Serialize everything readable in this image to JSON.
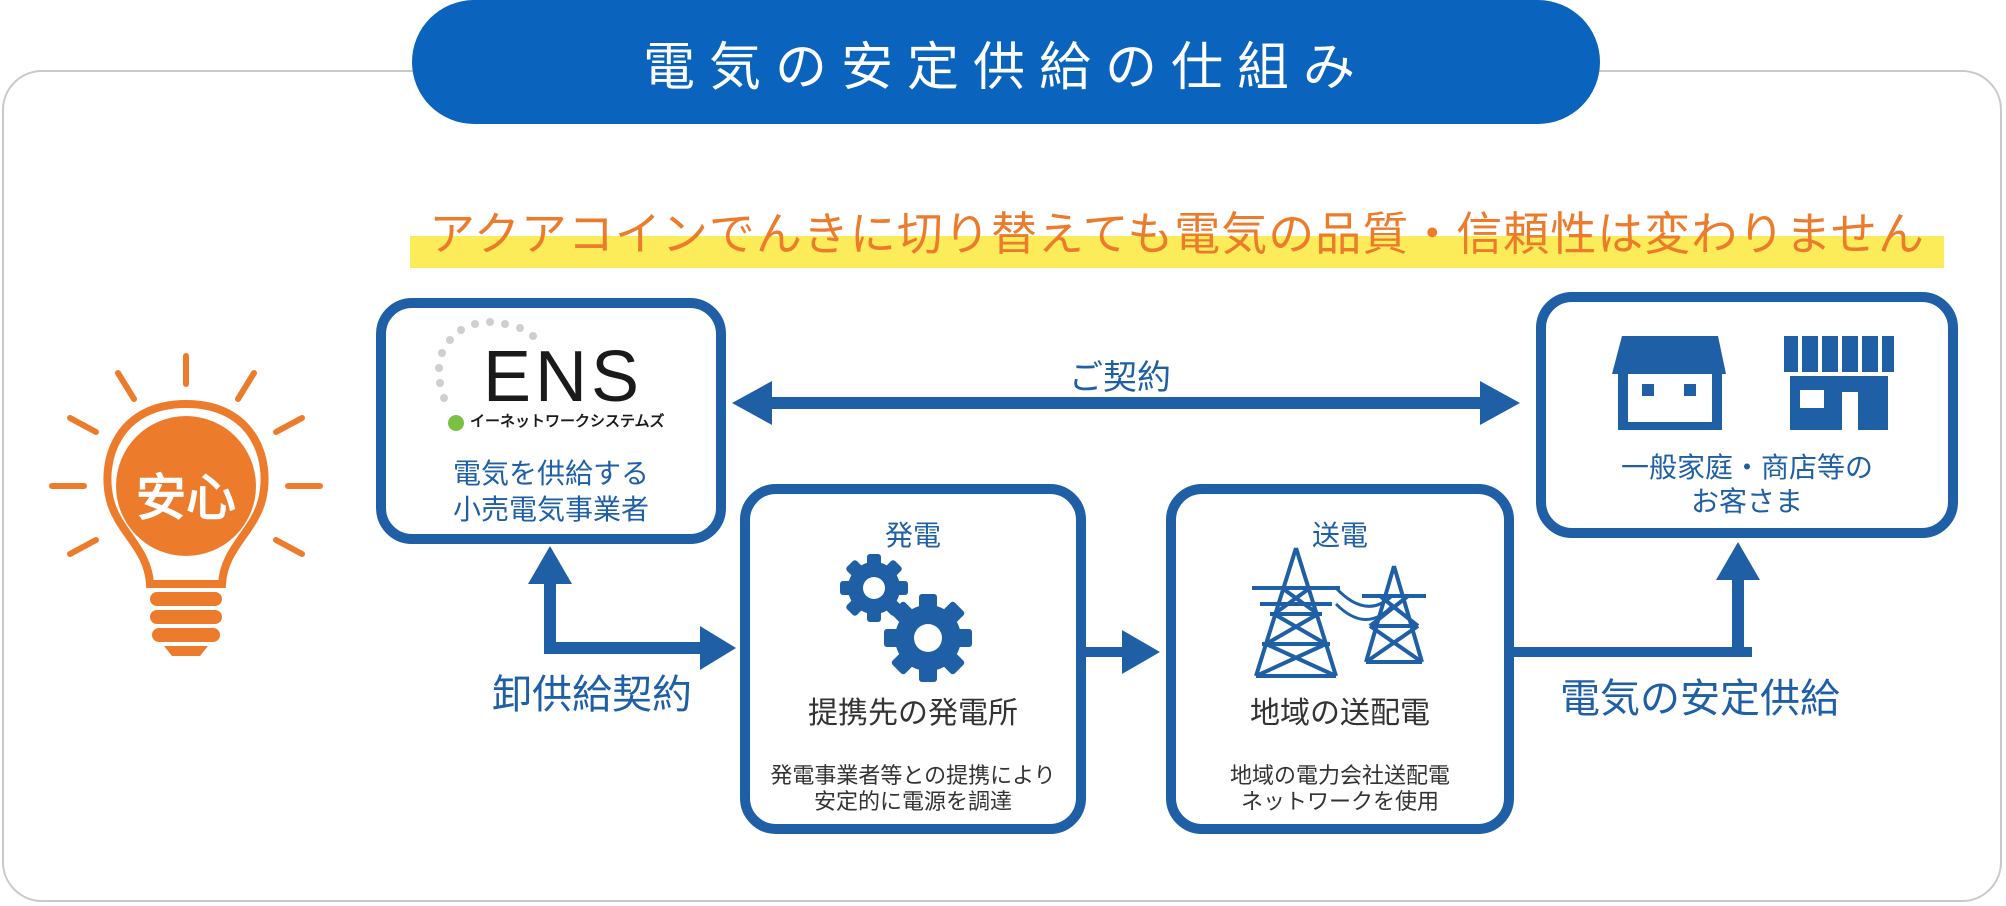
{
  "title": "電気の安定供給の仕組み",
  "tagline": "アクアコインでんきに切り替えても電気の品質・信頼性は変わりません",
  "bulb_label": "安心",
  "provider": {
    "logo_text": "ENS",
    "logo_subtext": "イーネットワークシステムズ",
    "line1": "電気を供給する",
    "line2": "小売電気事業者"
  },
  "contract_label": "ご契約",
  "customer": {
    "line1": "一般家庭・商店等の",
    "line2": "お客さま"
  },
  "generation": {
    "heading": "発電",
    "name": "提携先の発電所",
    "desc1": "発電事業者等との提携により",
    "desc2": "安定的に電源を調達"
  },
  "transmission": {
    "heading": "送電",
    "name": "地域の送配電",
    "desc1": "地域の電力会社送配電",
    "desc2": "ネットワークを使用"
  },
  "wholesale_label": "卸供給契約",
  "supply_label": "電気の安定供給",
  "colors": {
    "blue": "#1f5fa6",
    "title_blue": "#0a63bd",
    "orange": "#ec7c2c",
    "yellow": "#fdec5a"
  }
}
